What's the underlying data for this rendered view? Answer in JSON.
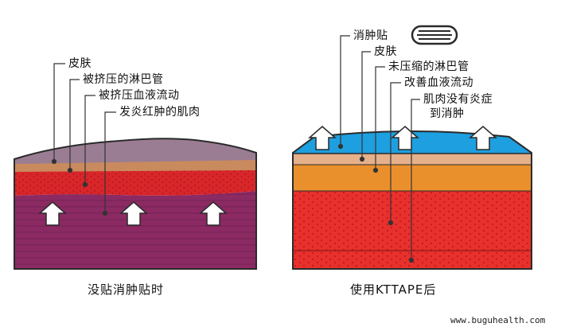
{
  "left_panel": {
    "caption": "没贴消肿贴时",
    "labels": {
      "skin": "皮肤",
      "compressed_lymph": "被挤压的淋巴管",
      "compressed_blood": "被挤压血液流动",
      "inflamed_muscle": "发炎红肿的肌肉"
    }
  },
  "right_panel": {
    "caption": "使用KTTAPE后",
    "labels": {
      "tape": "消肿贴",
      "skin": "皮肤",
      "lymph": "未压缩的淋巴管",
      "blood": "改善血液流动",
      "muscle_line1": "肌肉没有炎症",
      "muscle_line2": "到消肿"
    }
  },
  "watermark": "www.buguhealth.com",
  "colors": {
    "skin_left": "#9a7d93",
    "skin_right": "#1e9fe0",
    "fat_left": "#c98a5d",
    "fat_right": "#e8a56a",
    "blood": "#d8262a",
    "muscle_left": "#8b2a63",
    "muscle_right": "#e8302d",
    "deep_orange": "#e9902d",
    "outline": "#2a2a2a"
  }
}
